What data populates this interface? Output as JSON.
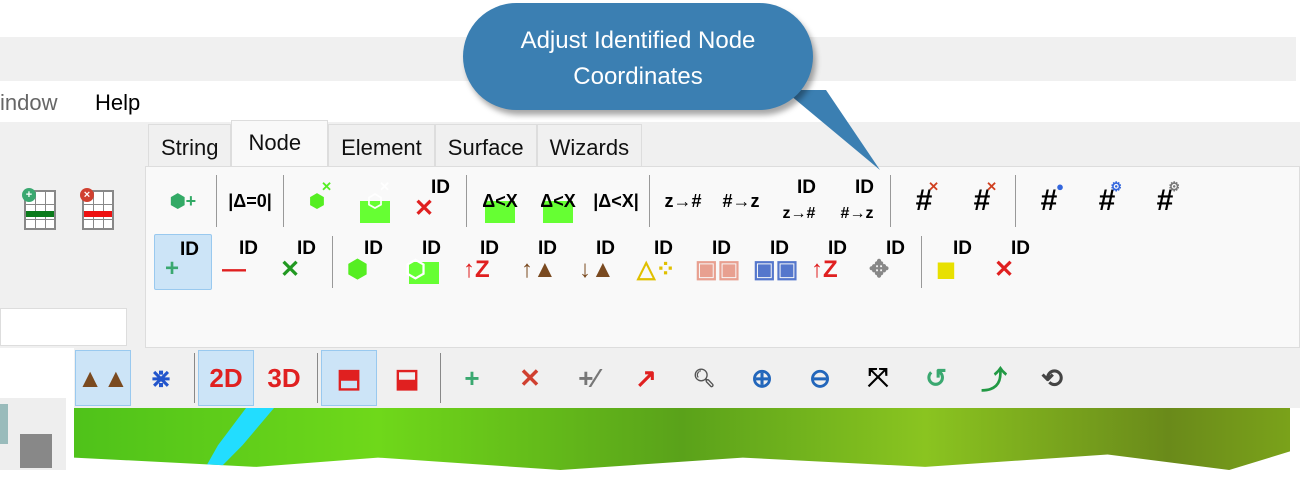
{
  "menu": {
    "window": "indow",
    "help": "Help"
  },
  "tabs": [
    "String",
    "Node",
    "Element",
    "Surface",
    "Wizards"
  ],
  "active_tab": "Node",
  "callout": {
    "line1": "Adjust Identified Node",
    "line2": "Coordinates",
    "color": "#3b7fb2"
  },
  "ribbon_row1": [
    {
      "name": "polygon-add-icon",
      "mid": "⬢+",
      "color": "#3a6"
    },
    {
      "sep": true
    },
    {
      "name": "delta-zero-icon",
      "mid": "|Δ=0|",
      "color": "#000"
    },
    {
      "sep": true
    },
    {
      "name": "delete-points-in-polygon-icon",
      "mid": "⬢",
      "sup": "✕",
      "color": "#55ee22"
    },
    {
      "name": "delete-points-outside-polygon-icon",
      "mid": "⬡",
      "sup": "✕",
      "color": "#fff",
      "bg": true
    },
    {
      "name": "delete-id-icon",
      "top": "ID",
      "bot": "✕",
      "color": "#e02020"
    },
    {
      "sep": true
    },
    {
      "name": "delta-less-x-inside-icon",
      "mid": "Δ<X",
      "color": "#000",
      "bg": true
    },
    {
      "name": "delta-less-x-outside-icon",
      "mid": "Δ<X",
      "color": "#000",
      "bg": true
    },
    {
      "name": "delta-less-x-icon",
      "mid": "|Δ<X|",
      "color": "#000"
    },
    {
      "sep": true
    },
    {
      "name": "z-to-number-icon",
      "mid": "z→#",
      "color": "#000"
    },
    {
      "name": "number-to-z-icon",
      "mid": "#→z",
      "color": "#000"
    },
    {
      "name": "id-z-to-number-icon",
      "top": "ID",
      "mid2": "z→#",
      "color": "#000"
    },
    {
      "name": "id-number-to-z-icon",
      "top": "ID",
      "mid2": "#→z",
      "color": "#000"
    },
    {
      "sep": true
    },
    {
      "name": "delete-number-icon",
      "big": "#",
      "sup": "✕",
      "color": "#d04020"
    },
    {
      "name": "delete-number-grid-icon",
      "big": "#",
      "sup": "✕",
      "color": "#d04020"
    },
    {
      "sep": true
    },
    {
      "name": "number-color-icon",
      "big": "#",
      "sup": "●",
      "color": "#3366dd"
    },
    {
      "name": "number-color-settings-icon",
      "big": "#",
      "sup": "⚙",
      "color": "#3366dd"
    },
    {
      "name": "number-settings-icon",
      "big": "#",
      "sup": "⚙",
      "color": "#777"
    }
  ],
  "ribbon_row2": [
    {
      "name": "add-id-icon",
      "top": "ID",
      "bot": "+",
      "color": "#3aa870",
      "selected": true
    },
    {
      "name": "remove-id-icon",
      "top": "ID",
      "bot": "—",
      "color": "#e02020"
    },
    {
      "name": "clear-id-icon",
      "top": "ID",
      "bot": "✕",
      "color": "#229922"
    },
    {
      "sep": true
    },
    {
      "name": "id-in-polygon-icon",
      "top": "ID",
      "bot": "⬢",
      "color": "#55ee22"
    },
    {
      "name": "id-outside-polygon-icon",
      "top": "ID",
      "bot": "⬡",
      "color": "#fff",
      "bg": true
    },
    {
      "name": "id-raise-z-icon",
      "top": "ID",
      "bot": "↑Z",
      "color": "#e02020"
    },
    {
      "name": "id-raise-terrain-icon",
      "top": "ID",
      "bot": "↑▲",
      "color": "#7a4a20"
    },
    {
      "name": "id-lower-terrain-icon",
      "top": "ID",
      "bot": "↓▲",
      "color": "#7a4a20"
    },
    {
      "name": "id-triangle-points-icon",
      "top": "ID",
      "bot": "△⁘",
      "color": "#e0c000"
    },
    {
      "name": "id-grid-partial-icon",
      "top": "ID",
      "bot": "▣▣",
      "color": "#e8a090"
    },
    {
      "name": "id-grid-icon",
      "top": "ID",
      "bot": "▣▣",
      "color": "#5577cc"
    },
    {
      "name": "identified-raise-z-icon",
      "top": "ID",
      "bot": "↑Z",
      "color": "#e02020"
    },
    {
      "name": "adjust-identified-node-coordinates-icon",
      "top": "ID",
      "bot": "✥",
      "color": "#888"
    },
    {
      "sep": true
    },
    {
      "name": "delete-id-element-icon",
      "top": "ID",
      "bot": "◼",
      "color": "#e8e000"
    },
    {
      "name": "delete-identified-icon",
      "top": "ID",
      "bot": "✕",
      "color": "#e02020"
    }
  ],
  "toolbar": [
    {
      "name": "terrain-icon",
      "glyph": "▲▲",
      "color": "#7a4a20",
      "selected": true
    },
    {
      "name": "contour-lines-icon",
      "glyph": "⋇",
      "color": "#2255cc"
    },
    {
      "sep": true
    },
    {
      "name": "view-2d-icon",
      "glyph": "2D",
      "color": "#e02020",
      "selected": true
    },
    {
      "name": "view-3d-icon",
      "glyph": "3D",
      "color": "#e02020"
    },
    {
      "sep": true
    },
    {
      "name": "box-solid-icon",
      "glyph": "⬒",
      "color": "#e02020",
      "selected": true
    },
    {
      "name": "box-slice-icon",
      "glyph": "⬓",
      "color": "#e02020"
    },
    {
      "sep": true
    },
    {
      "name": "add-point-icon",
      "glyph": "+",
      "color": "#3aa870"
    },
    {
      "name": "delete-point-icon",
      "glyph": "✕",
      "color": "#d04030"
    },
    {
      "name": "add-on-line-icon",
      "glyph": "+⁄",
      "color": "#777"
    },
    {
      "name": "draw-line-icon",
      "glyph": "↗",
      "color": "#e02020"
    },
    {
      "name": "zoom-window-icon",
      "glyph": "🔍︎",
      "color": "#555"
    },
    {
      "name": "zoom-in-icon",
      "glyph": "⊕",
      "color": "#2266bb"
    },
    {
      "name": "zoom-out-icon",
      "glyph": "⊖",
      "color": "#2266bb"
    },
    {
      "name": "zoom-extents-icon",
      "glyph": "⤧",
      "color": "#000"
    },
    {
      "name": "zoom-previous-icon",
      "glyph": "↺",
      "color": "#3aa870"
    },
    {
      "name": "pan-icon",
      "glyph": "⤴",
      "color": "#229944"
    },
    {
      "name": "rotate-icon",
      "glyph": "⟲",
      "color": "#444"
    }
  ]
}
